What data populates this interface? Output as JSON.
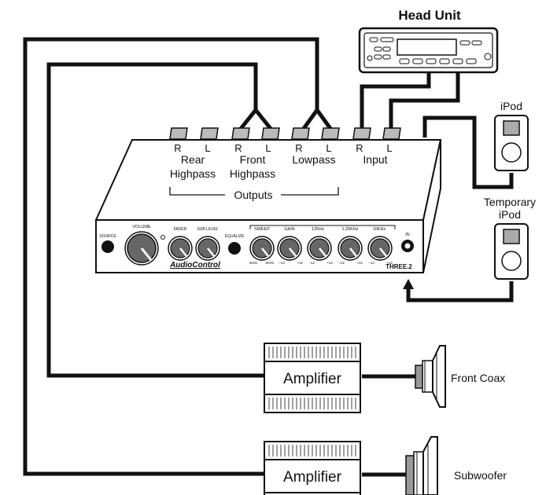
{
  "head_unit": {
    "title": "Head Unit"
  },
  "ipod": {
    "label": "iPod"
  },
  "temp_ipod": {
    "line1": "Temporary",
    "line2": "iPod"
  },
  "processor": {
    "jack_letters": [
      "R",
      "L",
      "R",
      "L",
      "R",
      "L",
      "R",
      "L"
    ],
    "groups": {
      "rear_1": "Rear",
      "rear_2": "Highpass",
      "front_1": "Front",
      "front_2": "Highpass",
      "lowpass": "Lowpass",
      "input": "Input"
    },
    "outputs_label": "Outputs",
    "panel": {
      "source": "SOURCE",
      "volume": "VOLUME",
      "fader": "FADER",
      "sub_level": "SUB LEVEL",
      "equalize": "EQUALIZE",
      "sweep": "SWEEP",
      "gain": "GAIN",
      "f125": "125Hz",
      "f1250": "1.25KHz",
      "f10k": "10KHz",
      "in": "IN",
      "brand": "AudioControl",
      "model": "THREE.2",
      "scale": [
        "40Hz",
        "60Hz",
        "−12",
        "+12",
        "−12",
        "+12",
        "−12",
        "+12",
        "−12",
        "+12"
      ]
    }
  },
  "amp1": {
    "label": "Amplifier"
  },
  "amp2": {
    "label": "Amplifier"
  },
  "front_coax": {
    "label": "Front Coax"
  },
  "subwoofer": {
    "label": "Subwoofer"
  }
}
